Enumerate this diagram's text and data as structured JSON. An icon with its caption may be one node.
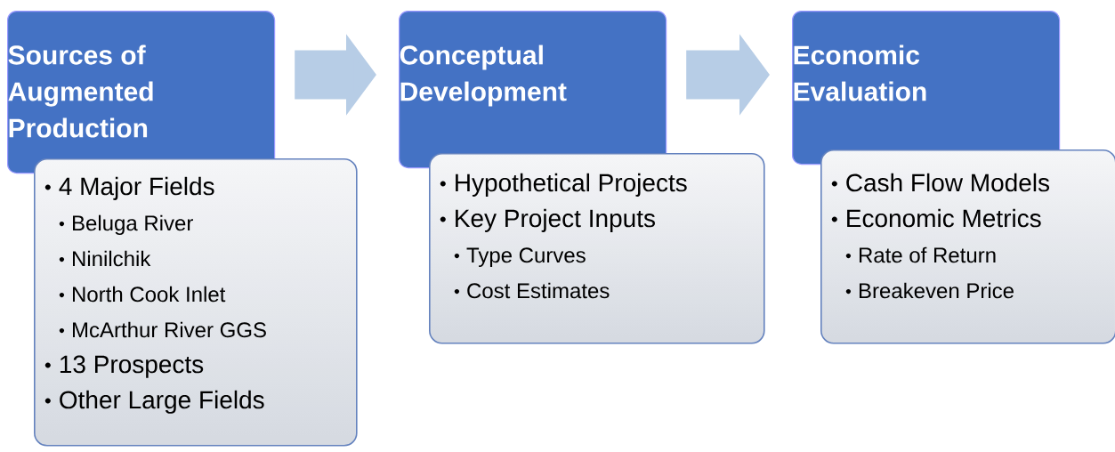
{
  "diagram": {
    "nodes": [
      {
        "text": [
          "Sources of Augmented Production"
        ]
      },
      {
        "text": [
          "4 Major Fields",
          "Beluga River",
          "Ninilchik",
          "North Cook Inlet",
          "McArthur River GGS",
          "13 Prospects",
          "Other Large Fields"
        ]
      },
      {
        "text": [
          "Conceptual Development"
        ]
      },
      {
        "text": [
          "Hypothetical Projects",
          "Key Project Inputs",
          "Type Curves",
          "Cost Estimates"
        ]
      },
      {
        "text": [
          "Economic Evaluation"
        ]
      },
      {
        "text": [
          "Cash Flow Models",
          "Economic Metrics",
          "Rate of Return",
          "Breakeven Price"
        ]
      }
    ],
    "edges": [
      {
        "from": 0,
        "to": 2,
        "arrow": "to"
      },
      {
        "from": 2,
        "to": 4,
        "arrow": "to"
      }
    ]
  }
}
